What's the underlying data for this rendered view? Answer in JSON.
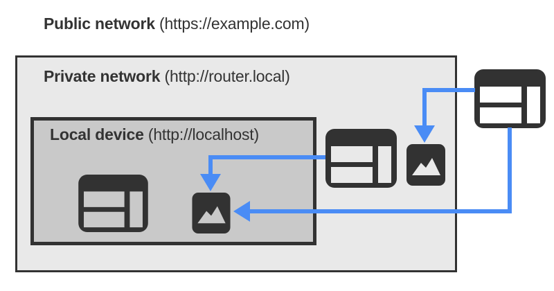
{
  "title": {
    "name": "Public network",
    "url": "(https://example.com)"
  },
  "private_network": {
    "name": "Private network",
    "url": "(http://router.local)"
  },
  "local_device": {
    "name": "Local device",
    "url": "(http://localhost)"
  },
  "icons": {
    "public_browser": "browser-window",
    "private_browser": "browser-window",
    "local_browser": "browser-window",
    "private_image": "image",
    "local_image": "image"
  },
  "arrows": [
    {
      "name": "private-browser-to-local-image"
    },
    {
      "name": "public-browser-to-private-image"
    },
    {
      "name": "public-browser-to-local-image"
    }
  ],
  "colors": {
    "arrow_blue": "#4a8cf5",
    "icon_dark": "#323232",
    "private_bg": "#e9e9e9",
    "local_bg": "#c9c9c9",
    "text": "#333333",
    "page_bg": "#ffffff"
  }
}
